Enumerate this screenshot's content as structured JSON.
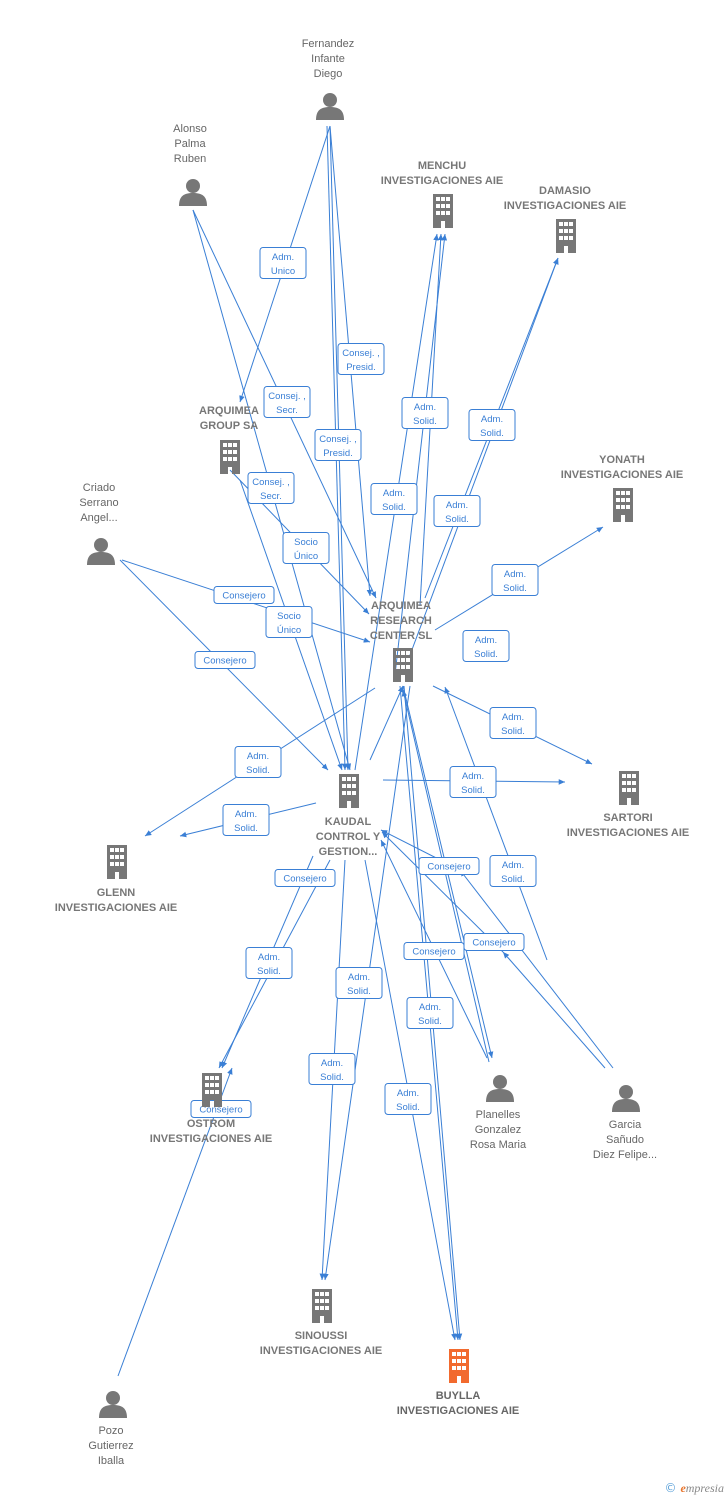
{
  "colors": {
    "edge": "#3a7fd5",
    "person": "#777777",
    "company": "#777777",
    "highlight": "#f26a2e"
  },
  "nodes": [
    {
      "id": "fernandez",
      "type": "person",
      "label": [
        "Fernandez",
        "Infante",
        "Diego"
      ]
    },
    {
      "id": "alonso",
      "type": "person",
      "label": [
        "Alonso",
        "Palma",
        "Ruben"
      ]
    },
    {
      "id": "criado",
      "type": "person",
      "label": [
        "Criado",
        "Serrano",
        "Angel..."
      ]
    },
    {
      "id": "planelles",
      "type": "person",
      "label": [
        "Planelles",
        "Gonzalez",
        "Rosa Maria"
      ]
    },
    {
      "id": "garcia",
      "type": "person",
      "label": [
        "Garcia",
        "Sañudo",
        "Diez Felipe..."
      ]
    },
    {
      "id": "pozo",
      "type": "person",
      "label": [
        "Pozo",
        "Gutierrez",
        "Iballa"
      ]
    },
    {
      "id": "menchu",
      "type": "company",
      "label": [
        "MENCHU",
        "INVESTIGACIONES AIE"
      ]
    },
    {
      "id": "damasio",
      "type": "company",
      "label": [
        "DAMASIO",
        "INVESTIGACIONES AIE"
      ]
    },
    {
      "id": "arquimea_group",
      "type": "company",
      "label": [
        "ARQUIMEA",
        "GROUP SA"
      ]
    },
    {
      "id": "yonath",
      "type": "company",
      "label": [
        "YONATH",
        "INVESTIGACIONES AIE"
      ]
    },
    {
      "id": "arquimea_research",
      "type": "company",
      "label": [
        "ARQUIMEA",
        "RESEARCH",
        "CENTER  SL"
      ]
    },
    {
      "id": "kaudal",
      "type": "company",
      "label": [
        "KAUDAL",
        "CONTROL Y",
        "GESTION..."
      ]
    },
    {
      "id": "glenn",
      "type": "company",
      "label": [
        "GLENN",
        "INVESTIGACIONES AIE"
      ]
    },
    {
      "id": "sartori",
      "type": "company",
      "label": [
        "SARTORI",
        "INVESTIGACIONES AIE"
      ]
    },
    {
      "id": "ostrom",
      "type": "company",
      "label": [
        "OSTROM",
        "INVESTIGACIONES AIE"
      ]
    },
    {
      "id": "sinoussi",
      "type": "company",
      "label": [
        "SINOUSSI",
        "INVESTIGACIONES AIE"
      ]
    },
    {
      "id": "buylla",
      "type": "company",
      "label": [
        "BUYLLA",
        "INVESTIGACIONES AIE"
      ],
      "highlight": true
    }
  ],
  "edge_labels": [
    [
      "Adm.",
      "Unico"
    ],
    [
      "Consej. ,",
      "Presid."
    ],
    [
      "Consej. ,",
      "Secr."
    ],
    [
      "Consej. ,",
      "Presid."
    ],
    [
      "Adm.",
      "Solid."
    ],
    [
      "Adm.",
      "Solid."
    ],
    [
      "Adm.",
      "Solid."
    ],
    [
      "Adm.",
      "Solid."
    ],
    [
      "Consej. ,",
      "Secr."
    ],
    [
      "Socio",
      "Único"
    ],
    [
      "Consejero"
    ],
    [
      "Socio",
      "Único"
    ],
    [
      "Consejero"
    ],
    [
      "Adm.",
      "Solid."
    ],
    [
      "Adm.",
      "Solid."
    ],
    [
      "Adm.",
      "Solid."
    ],
    [
      "Adm.",
      "Solid."
    ],
    [
      "Adm.",
      "Solid."
    ],
    [
      "Adm.",
      "Solid."
    ],
    [
      "Consejero"
    ],
    [
      "Consejero"
    ],
    [
      "Adm.",
      "Solid."
    ],
    [
      "Consejero"
    ],
    [
      "Consejero"
    ],
    [
      "Adm.",
      "Solid."
    ],
    [
      "Adm.",
      "Solid."
    ],
    [
      "Adm.",
      "Solid."
    ],
    [
      "Adm.",
      "Solid."
    ],
    [
      "Adm.",
      "Solid."
    ],
    [
      "Consejero"
    ]
  ],
  "footer": {
    "copyright": "©",
    "brand": "mpresia",
    "brand_initial": "e"
  }
}
